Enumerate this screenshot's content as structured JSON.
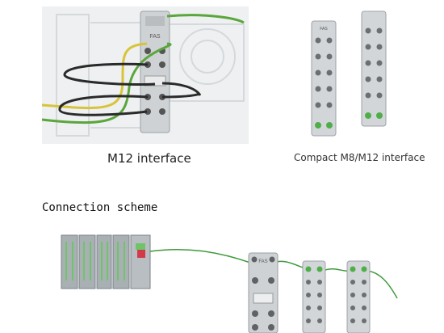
{
  "photo_left": {
    "brand_label": "FAS"
  },
  "photo_right": {
    "brand_label": "FAS"
  },
  "captions": {
    "m12": "M12 interface",
    "compact": "Compact M8/M12 interface"
  },
  "section": {
    "title": "Connection scheme"
  },
  "scheme": {
    "module_brand": "FAS"
  },
  "colors": {
    "cable_yellow": "#d8c43a",
    "cable_green": "#5aa63c",
    "cable_black": "#2a2a2a",
    "plc_green": "#6fc46a",
    "plc_red": "#d23a4a",
    "module_grey": "#cfd2d4"
  }
}
